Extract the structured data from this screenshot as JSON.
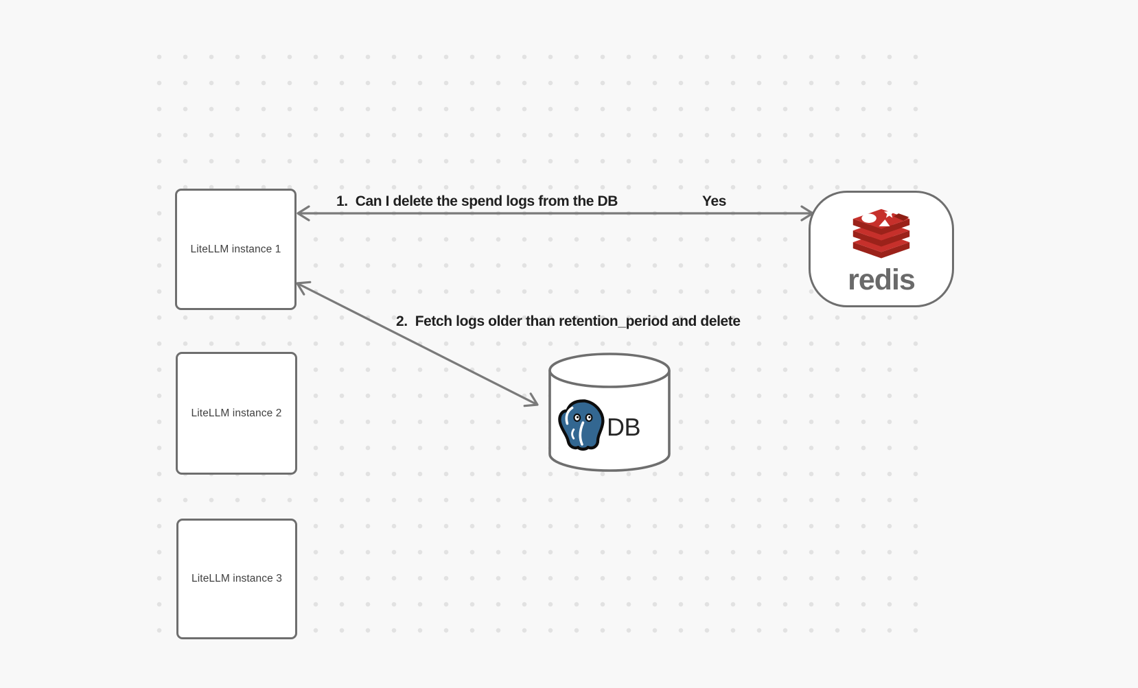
{
  "diagram": {
    "nodes": {
      "instance1": {
        "label": "LiteLLM instance 1"
      },
      "instance2": {
        "label": "LiteLLM instance 2"
      },
      "instance3": {
        "label": "LiteLLM instance 3"
      },
      "redis": {
        "wordmark": "redis"
      },
      "database": {
        "label": "DB"
      }
    },
    "edges": {
      "edge1": {
        "number": "1.",
        "text": "Can I delete the spend logs from the DB",
        "response": "Yes",
        "from": "LiteLLM instance 1",
        "to": "redis",
        "direction": "bidirectional"
      },
      "edge2": {
        "number": "2.",
        "text": "Fetch logs older than retention_period and delete",
        "from": "LiteLLM instance 1",
        "to": "DB",
        "direction": "bidirectional"
      }
    },
    "colors": {
      "background": "#f8f8f8",
      "dot_grid": "#e2e2e2",
      "node_border": "#6e6e6e",
      "arrow": "#7a7a7a",
      "edge_label_text": "#1f1f1f",
      "node_label_text": "#404040",
      "redis_red": "#c6302b",
      "redis_dark_red": "#9b221a",
      "redis_notch": "#8e1f14",
      "redis_wordmark_gray": "#6a6a6a",
      "postgres_blue": "#336791",
      "db_label_text": "#262626"
    }
  }
}
